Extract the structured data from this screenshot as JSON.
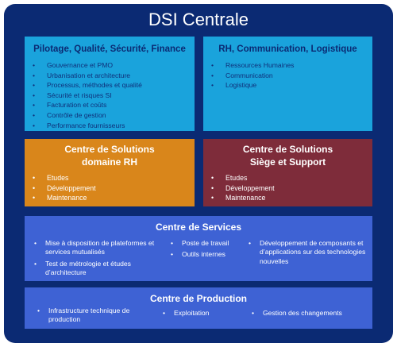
{
  "title": "DSI Centrale",
  "colors": {
    "frame": "#0b2a73",
    "cyan": "#1aa3dc",
    "orange": "#d9861b",
    "red": "#7e2c3a",
    "blue": "#3e62d4"
  },
  "pilotage": {
    "title": "Pilotage, Qualité, Sécurité, Finance",
    "items": [
      "Gouvernance et PMO",
      "Urbanisation et architecture",
      "Processus, méthodes et qualité",
      "Sécurité et risques SI",
      "Facturation et coûts",
      "Contrôle de gestion",
      "Performance fournisseurs"
    ]
  },
  "rh": {
    "title": "RH, Communication, Logistique",
    "items": [
      "Ressources Humaines",
      "Communication",
      "Logistique"
    ]
  },
  "cs_rh": {
    "title_line1": "Centre de Solutions",
    "title_line2": "domaine RH",
    "items": [
      "Etudes",
      "Développement",
      "Maintenance"
    ]
  },
  "cs_siege": {
    "title_line1": "Centre de Solutions",
    "title_line2": "Siège et Support",
    "items": [
      "Etudes",
      "Développement",
      "Maintenance"
    ]
  },
  "services": {
    "title": "Centre de Services",
    "col1": [
      "Mise à disposition de plateformes et services mutualisés",
      "Test de métrologie et études d’architecture"
    ],
    "col2": [
      "Poste de travail",
      "Outils internes"
    ],
    "col3": [
      "Développement de composants et d’applications sur des technologies nouvelles"
    ]
  },
  "production": {
    "title": "Centre de Production",
    "col1": [
      "Infrastructure technique de production"
    ],
    "col2": [
      "Exploitation"
    ],
    "col3": [
      "Gestion des changements"
    ]
  }
}
